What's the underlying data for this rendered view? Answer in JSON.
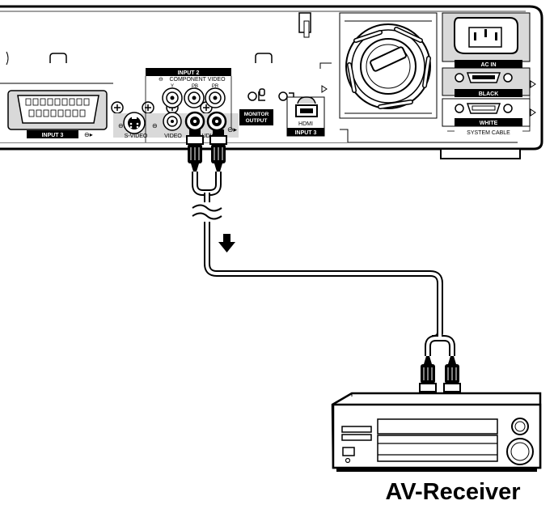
{
  "panel_labels": {
    "input2": "INPUT 2",
    "component_video": "COMPONENT VIDEO",
    "y": "Y",
    "pb": "PB",
    "pr": "PR",
    "monitor_output": "MONITOR OUTPUT",
    "monitor": "MONITOR",
    "output": "OUTPUT",
    "s_video": "S-VIDEO",
    "video": "VIDEO",
    "audio": "AUDIO",
    "input3_left": "INPUT 3",
    "hdmi": "HDMI",
    "input3_hdmi": "INPUT 3",
    "ac_in": "AC  IN",
    "black": "BLACK",
    "white": "WHITE",
    "system_cable": "SYSTEM CABLE"
  },
  "receiver_label": "AV-Receiver",
  "colors": {
    "line": "#000000",
    "panel_gray": "#d9d9d9",
    "label_bg": "#000000",
    "label_text": "#ffffff"
  }
}
